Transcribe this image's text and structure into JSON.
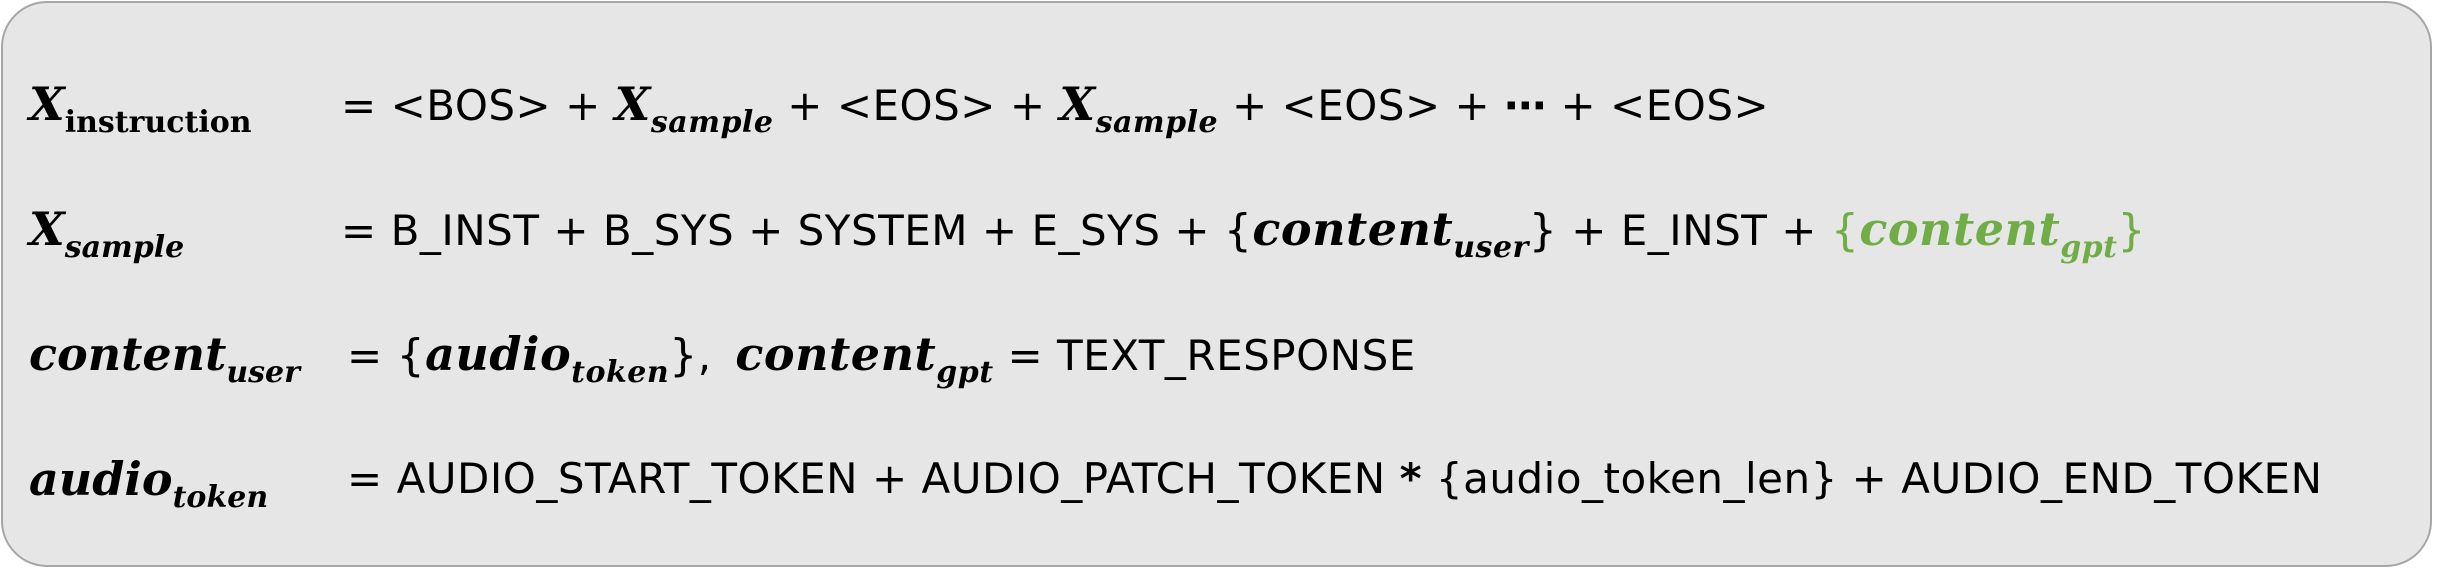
{
  "rows": [
    {
      "lhs": {
        "base": "X",
        "sub": "instruction"
      },
      "rhs": {
        "eq": "=",
        "bos": "<BOS>",
        "plus": "+",
        "eos": "<EOS>",
        "sample_base": "X",
        "sample_sub": "sample",
        "ellipsis": "⋯"
      }
    },
    {
      "lhs": {
        "base": "X",
        "sub": "sample"
      },
      "rhs": {
        "eq": "=",
        "b_inst": "B_INST",
        "b_sys": "B_SYS",
        "system": "SYSTEM",
        "e_sys": "E_SYS",
        "e_inst": "E_INST",
        "open_brace": "{",
        "close_brace": "}",
        "content_base": "content",
        "content_user_sub": "user",
        "content_gpt_sub": "gpt",
        "plus": "+"
      }
    },
    {
      "lhs": {
        "base": "content",
        "sub": "user"
      },
      "rhs": {
        "eq": "=",
        "open_brace": "{",
        "close_brace": "}",
        "audio_base": "audio",
        "audio_sub": "token",
        "comma": ",",
        "content_base": "content",
        "content_sub": "gpt",
        "eq2": "=",
        "text_response": "TEXT_RESPONSE"
      }
    },
    {
      "lhs": {
        "base": "audio",
        "sub": "token"
      },
      "rhs": {
        "eq": "=",
        "start_token": "AUDIO_START_TOKEN",
        "plus": "+",
        "patch_token": "AUDIO_PATCH_TOKEN",
        "times": "*",
        "len_var": "{audio_token_len}",
        "end_token": "AUDIO_END_TOKEN"
      }
    }
  ],
  "colors": {
    "panel_bg": "#e6e6e6",
    "panel_border": "#a6a6a6",
    "text": "#000000",
    "highlight_green": "#70ad47"
  }
}
